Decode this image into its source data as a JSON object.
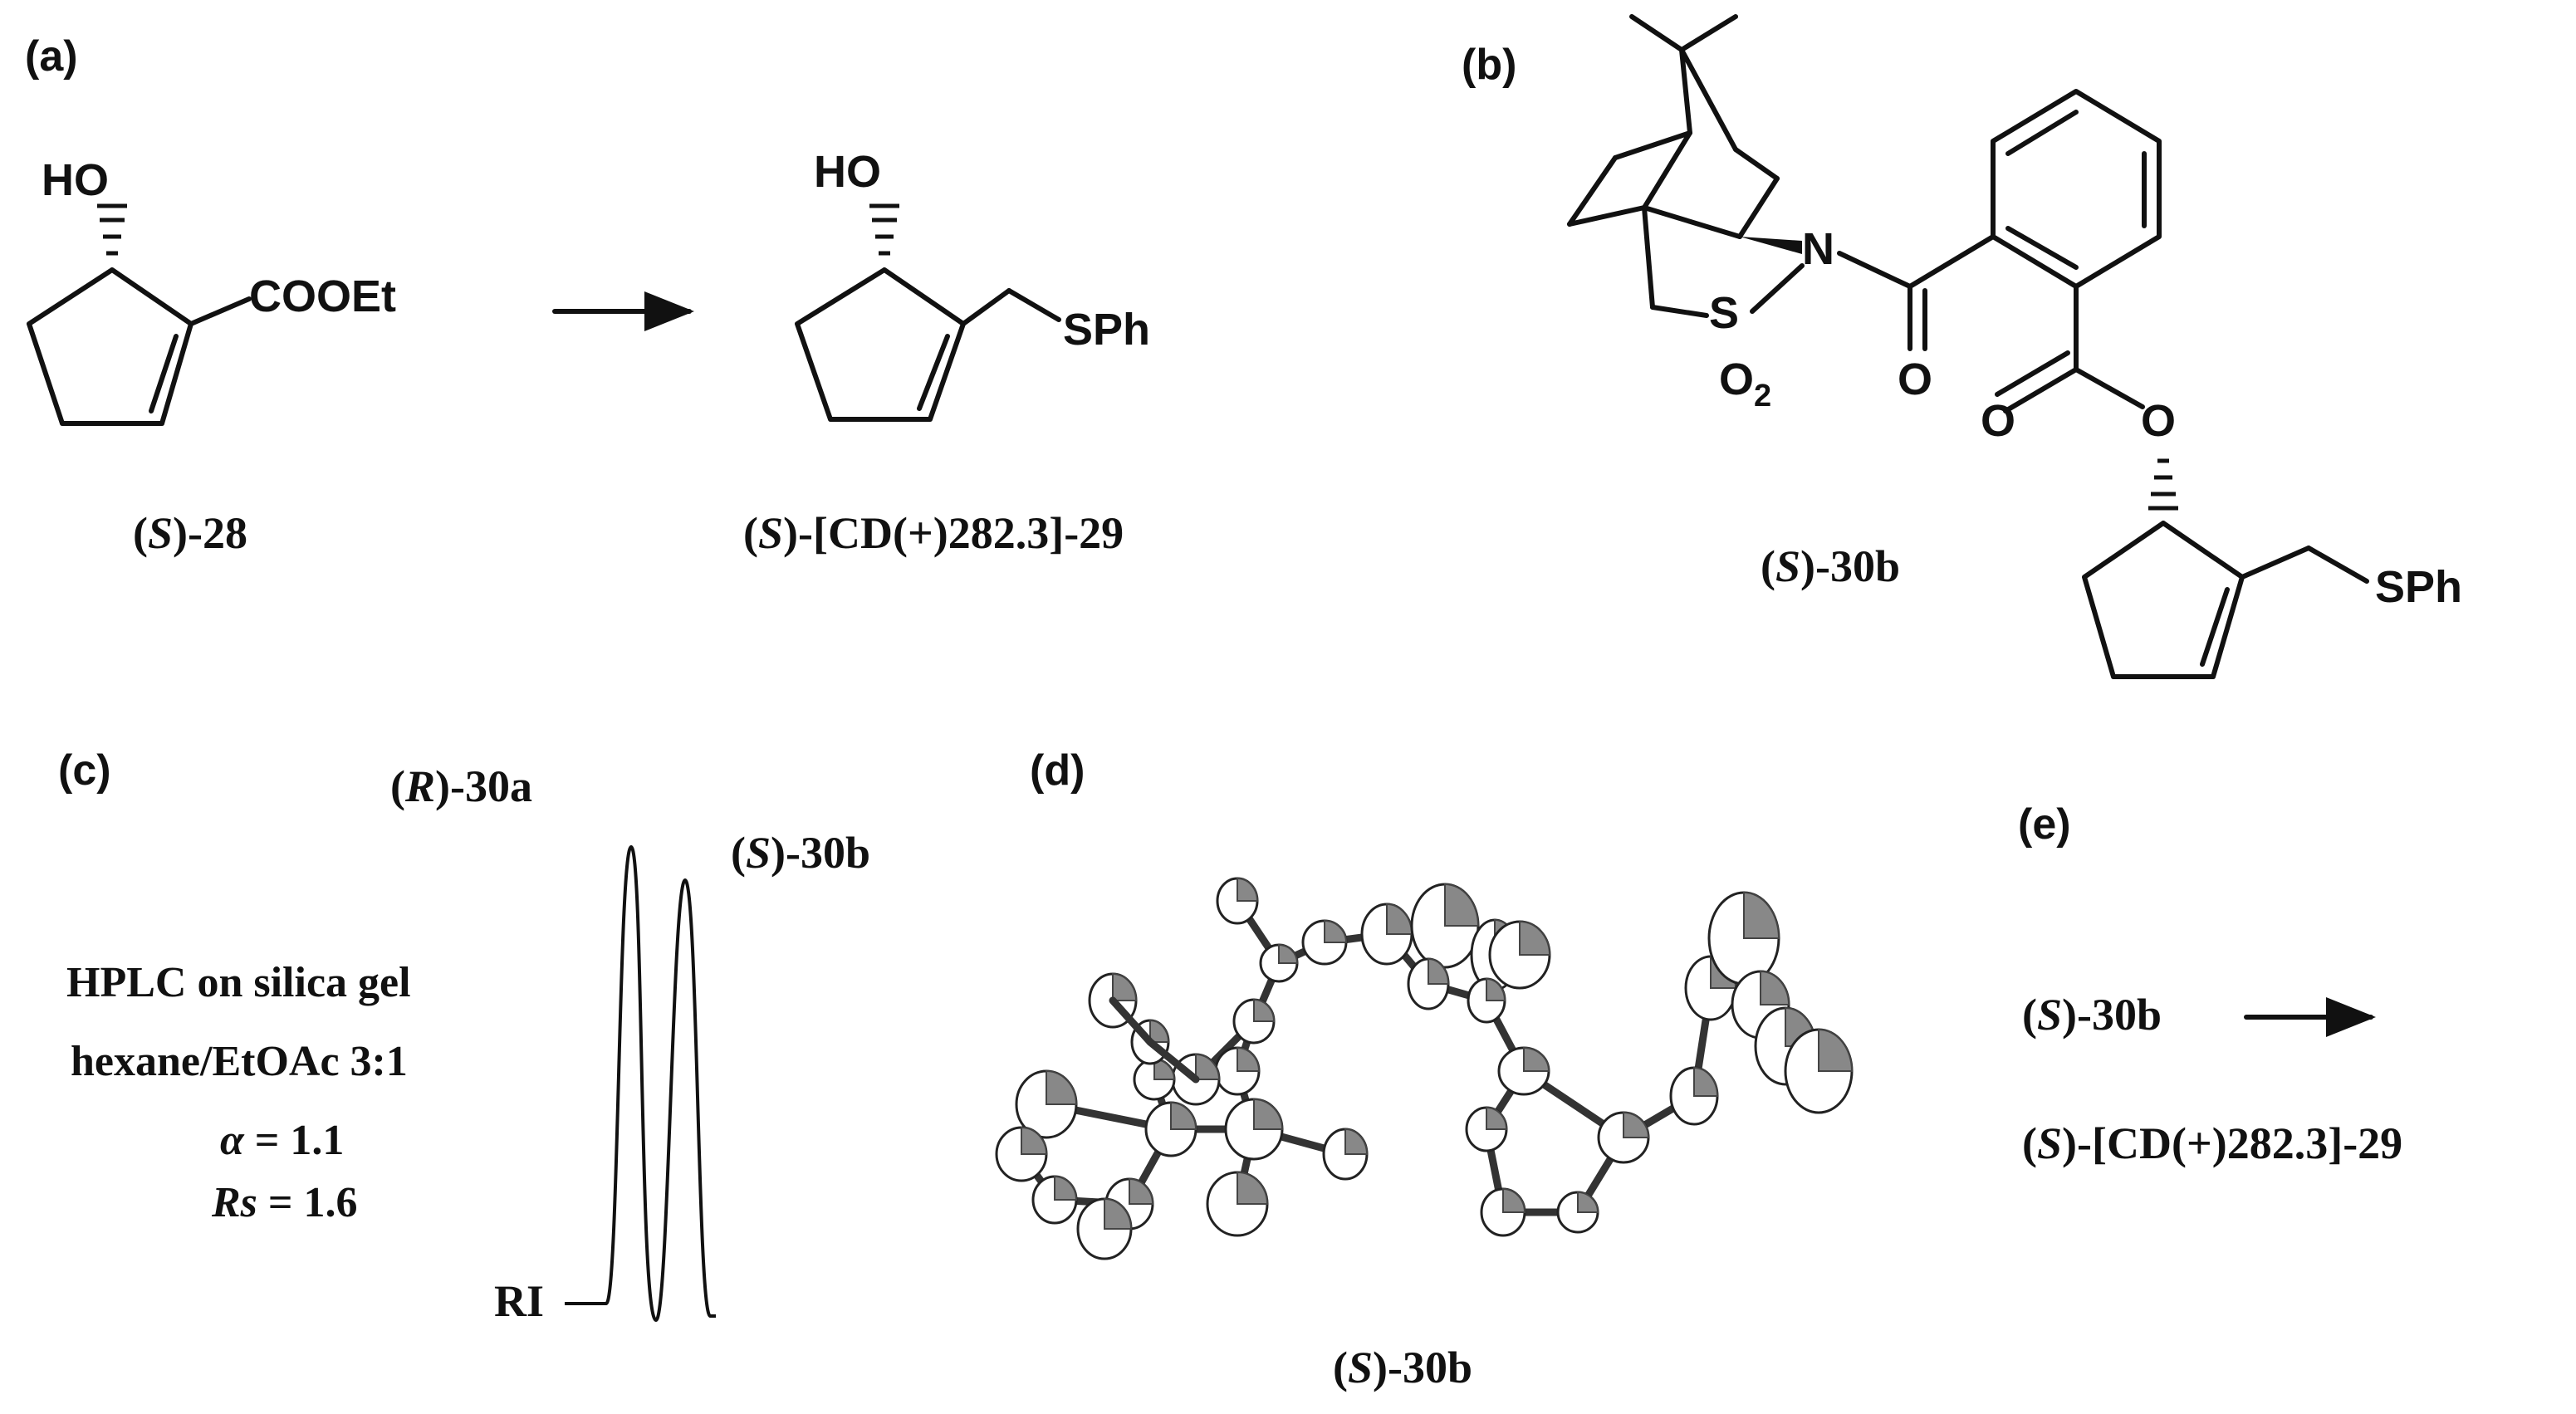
{
  "panels": {
    "a": {
      "label": "(a)",
      "reactant_label": "28",
      "product_label": "[CD(+)282.3]-29",
      "atoms": {
        "ho1": "HO",
        "cooet": "COOEt",
        "ho2": "HO",
        "sph": "SPh"
      }
    },
    "b": {
      "label": "(b)",
      "compound_label": "30b",
      "atoms": {
        "n": "N",
        "s": "S",
        "o2": "O",
        "o2_sub": "2",
        "o_amide": "O",
        "o_ester": "O",
        "o_link": "O",
        "sph": "SPh"
      }
    },
    "c": {
      "label": "(c)",
      "peak1_label": "30a",
      "peak2_label": "30b",
      "line1": "HPLC on silica gel",
      "line2": "hexane/EtOAc 3:1",
      "alpha_sym": "α",
      "alpha_val": "= 1.1",
      "rs_sym": "Rs",
      "rs_val": "= 1.6",
      "detector": "RI"
    },
    "d": {
      "label": "(d)",
      "compound_label": "30b"
    },
    "e": {
      "label": "(e)",
      "reactant_label": "30b",
      "product_label": "[CD(+)282.3]-29"
    }
  },
  "config_R": "R",
  "config_S": "S"
}
